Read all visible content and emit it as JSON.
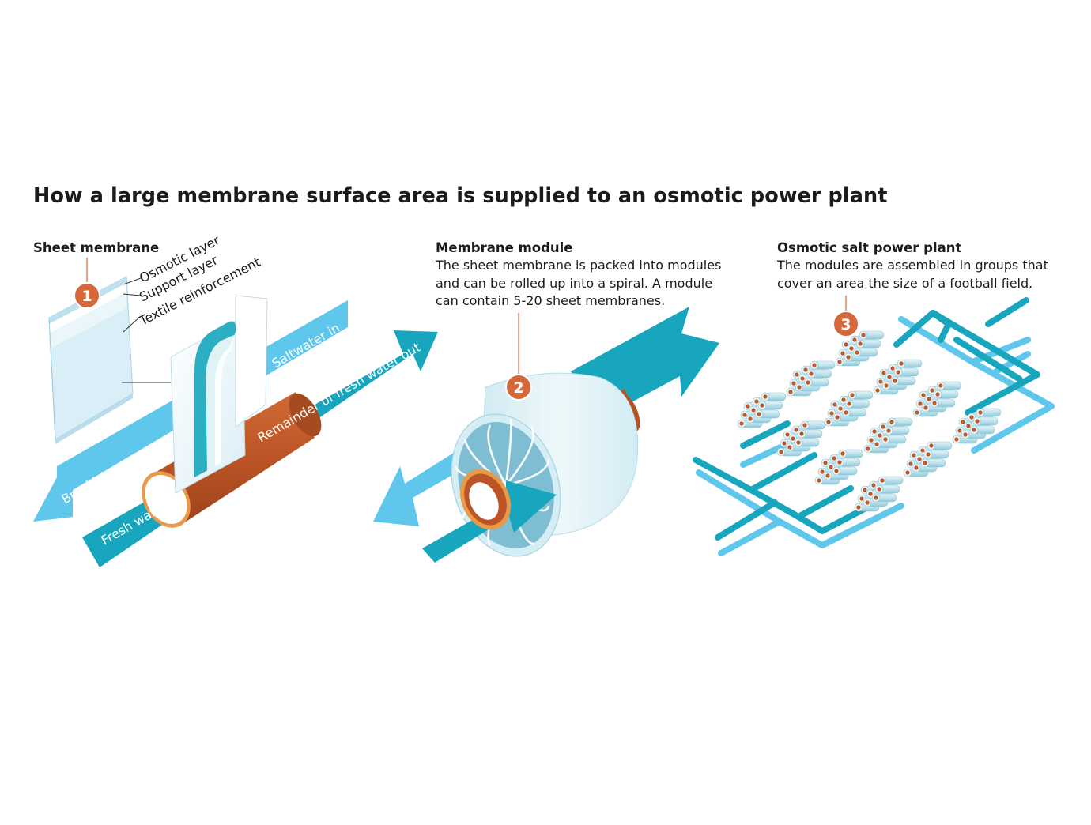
{
  "title": "How a large membrane surface area is supplied to an osmotic power plant",
  "panels": [
    {
      "step": "1",
      "heading": "Sheet membrane",
      "layers": [
        "Osmotic layer",
        "Support layer",
        "Textile reinforcement"
      ],
      "flows": [
        "Saltwater in",
        "Remainder of fresh water out",
        "Brackish water out",
        "Fresh water in"
      ]
    },
    {
      "step": "2",
      "heading": "Membrane module",
      "description": [
        "The sheet membrane is packed into modules",
        "and can be rolled up into a spiral. A module",
        "can contain 5-20 sheet membranes."
      ]
    },
    {
      "step": "3",
      "heading": "Osmotic salt power plant",
      "description": [
        "The modules are assembled in groups that",
        "cover an area the size of a football field."
      ]
    }
  ],
  "colors": {
    "teal": "#17a6bd",
    "light_blue": "#5fc6ec",
    "copper": "#c0582a",
    "copper_light": "#e07a3e",
    "marker_orange": "#d4683b",
    "membrane": "#e7f3f8"
  }
}
